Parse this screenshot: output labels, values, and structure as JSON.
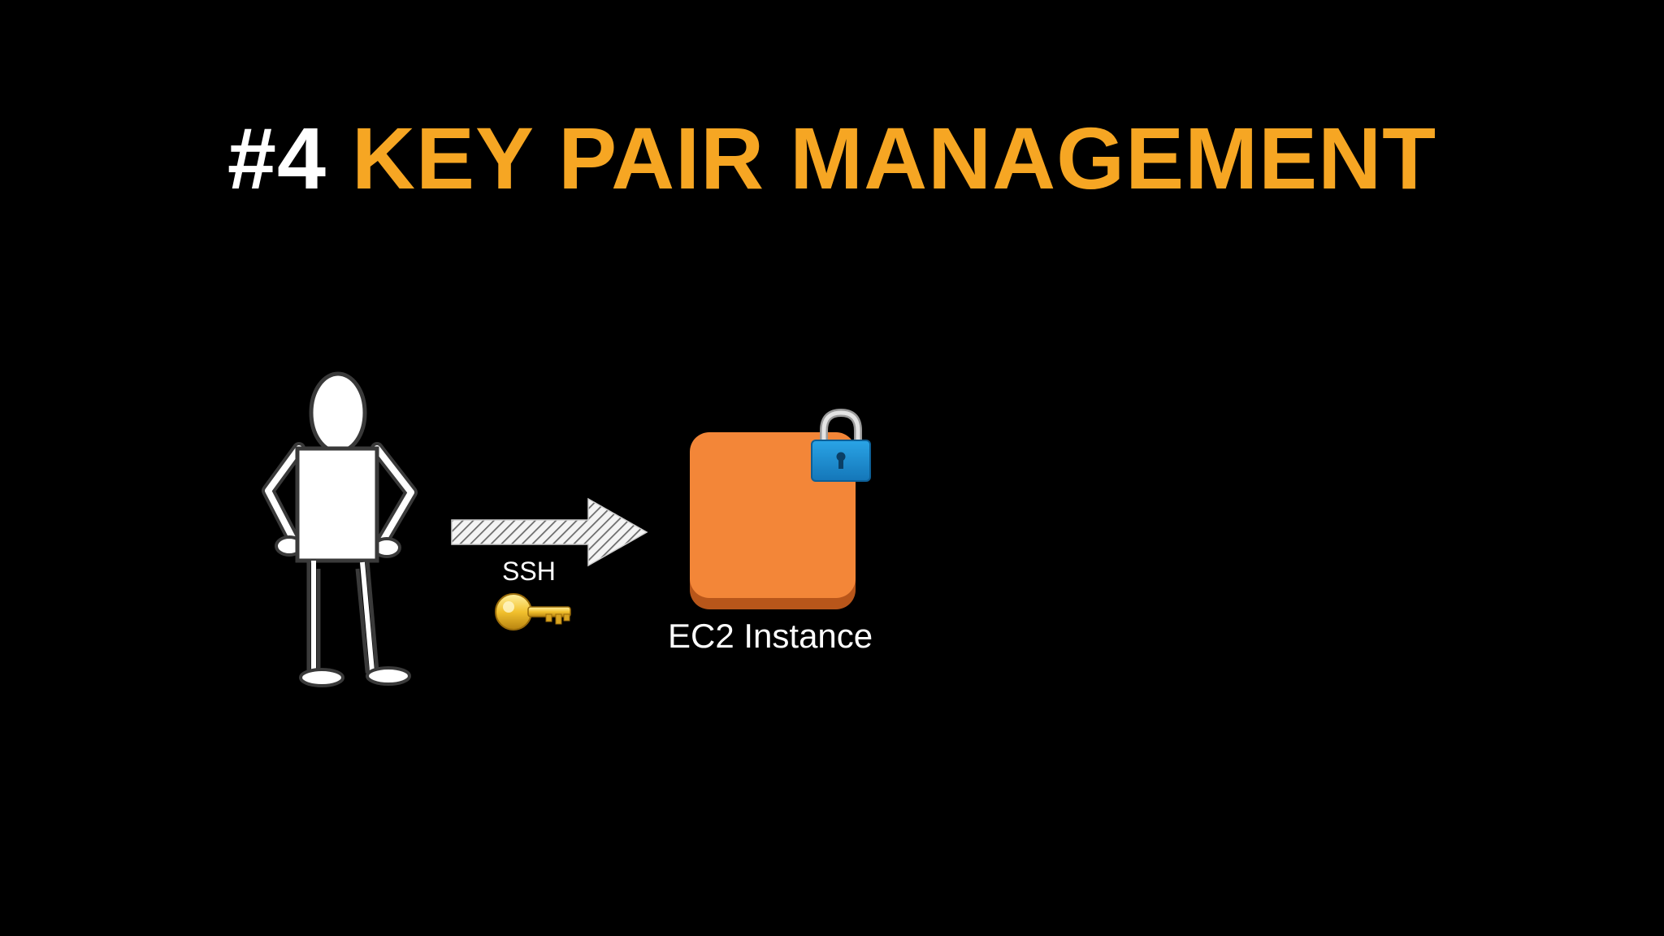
{
  "slide": {
    "title_number": "#4",
    "title_text": "KEY PAIR MANAGEMENT",
    "title_number_color": "#ffffff",
    "title_text_color": "#f6a623",
    "background_color": "#000000"
  },
  "diagram": {
    "user": {
      "icon": "stick-figure-icon"
    },
    "connection": {
      "icon": "hatched-arrow-icon",
      "label": "SSH",
      "key_icon": "key-icon",
      "key_color": "#f2c12e"
    },
    "instance": {
      "icon": "ec2-instance-icon",
      "label": "EC2 Instance",
      "color": "#f38638",
      "lock_icon": "padlock-icon",
      "lock_color": "#1e8fd2"
    }
  }
}
